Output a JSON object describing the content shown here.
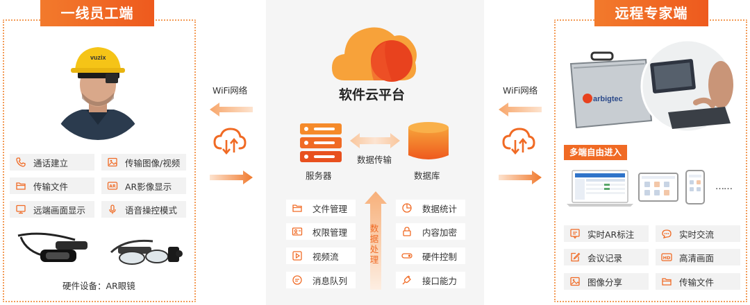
{
  "left": {
    "title": "一线员工端",
    "features": [
      {
        "label": "通话建立",
        "icon": "phone-icon"
      },
      {
        "label": "传输图像/视频",
        "icon": "image-icon"
      },
      {
        "label": "传输文件",
        "icon": "folder-icon"
      },
      {
        "label": "AR影像显示",
        "icon": "ar-icon"
      },
      {
        "label": "远端画面显示",
        "icon": "monitor-icon"
      },
      {
        "label": "语音操控模式",
        "icon": "microphone-icon"
      }
    ],
    "hardware_label": "硬件设备：AR眼镜",
    "helmet_text": "vuzix"
  },
  "center": {
    "platform_title": "软件云平台",
    "server_label": "服务器",
    "database_label": "数据库",
    "transfer_label": "数据传输",
    "processing_label": "数据处理",
    "items_left": [
      {
        "label": "文件管理",
        "icon": "folder-icon"
      },
      {
        "label": "权限管理",
        "icon": "user-card-icon"
      },
      {
        "label": "视频流",
        "icon": "play-icon"
      },
      {
        "label": "消息队列",
        "icon": "message-icon"
      }
    ],
    "items_right": [
      {
        "label": "数据统计",
        "icon": "chart-icon"
      },
      {
        "label": "内容加密",
        "icon": "lock-icon"
      },
      {
        "label": "硬件控制",
        "icon": "toggle-icon"
      },
      {
        "label": "接口能力",
        "icon": "plug-icon"
      }
    ]
  },
  "wifi_left": "WiFi网络",
  "wifi_right": "WiFi网络",
  "right": {
    "title": "远程专家端",
    "multi_access": "多端自由进入",
    "ellipsis": "……",
    "brand_text": "arbigtec",
    "features": [
      {
        "label": "实时AR标注",
        "icon": "annotate-icon"
      },
      {
        "label": "实时交流",
        "icon": "chat-icon"
      },
      {
        "label": "会议记录",
        "icon": "edit-icon"
      },
      {
        "label": "高清画面",
        "icon": "hd-icon"
      },
      {
        "label": "图像分享",
        "icon": "image-icon"
      },
      {
        "label": "传输文件",
        "icon": "folder-icon"
      }
    ]
  },
  "colors": {
    "accent": "#f06a24",
    "accent_light": "#f7a06a",
    "panel_gray": "#f2f2f2",
    "center_bg": "#f5f5f5"
  }
}
